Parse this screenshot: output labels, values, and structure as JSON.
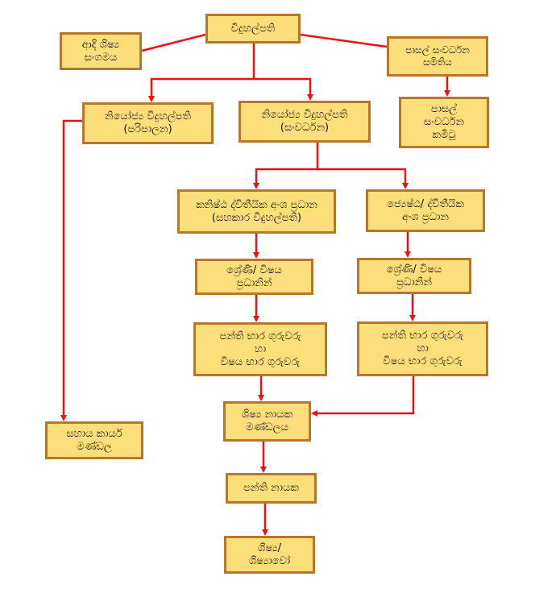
{
  "diagram": {
    "type": "organizational-chart",
    "line_color": "#ee1111",
    "box_fill": "#fcdf7a",
    "box_border": "#b8762a",
    "nodes": {
      "principal": {
        "lines": [
          "විදුහල්පති"
        ]
      },
      "past_pupils": {
        "lines": [
          "ආදි ශිෂ්‍ය",
          "සංගමය"
        ]
      },
      "sdc": {
        "lines": [
          "පාසල් සංවර්ධන",
          "සමිතිය"
        ]
      },
      "sdc_committee": {
        "lines": [
          "පාසල්",
          "සංවර්ධන",
          "කමිටු"
        ]
      },
      "deputy_admin": {
        "lines": [
          "නියෝජ්‍ය විදුහල්පති",
          "(පරිපාලන)"
        ]
      },
      "deputy_dev": {
        "lines": [
          "නියෝජ්‍ය විදුහල්පති",
          "(සංවර්ධන)"
        ]
      },
      "junior_sec_head": {
        "lines": [
          "කනිෂ්ඨ ද්විතීයික අංශ ප්‍රධාන",
          "(සහකාර විදුහල්පති)"
        ]
      },
      "senior_sec_head": {
        "lines": [
          "ජ්‍යෙෂ්ඨ/ ද්විතීයික",
          "අංශ ප්‍රධාන"
        ]
      },
      "grade_heads_left": {
        "lines": [
          "ශ්‍රේණි/ විෂය",
          "ප්‍රධානින්"
        ]
      },
      "grade_heads_right": {
        "lines": [
          "ශ්‍රේණි/ විෂය",
          "ප්‍රධානින්"
        ]
      },
      "teachers_left": {
        "lines": [
          "පන්ති භාර ගුරුවරු",
          "හා",
          "විෂය භාර ගුරුවරු"
        ]
      },
      "teachers_right": {
        "lines": [
          "පන්ති භාර ගුරුවරු",
          "හා",
          "විෂය භාර ගුරුවරු"
        ]
      },
      "support_board": {
        "lines": [
          "සහාය කාර්ය",
          "මණ්ඩල"
        ]
      },
      "prefects_board": {
        "lines": [
          "ශිෂ්‍ය නායක",
          "මණ්ඩලය"
        ]
      },
      "class_leaders": {
        "lines": [
          "පන්ති නායක"
        ]
      },
      "students": {
        "lines": [
          "ශිෂ්‍ය/",
          "ශිෂ්‍යාවෝ"
        ]
      }
    },
    "edges": [
      {
        "from": "past_pupils",
        "to": "principal",
        "arrow": false
      },
      {
        "from": "principal",
        "to": "sdc",
        "arrow": false
      },
      {
        "from": "sdc",
        "to": "sdc_committee",
        "arrow": true
      },
      {
        "from": "principal",
        "to": "deputy_admin",
        "arrow": true
      },
      {
        "from": "principal",
        "to": "deputy_dev",
        "arrow": true
      },
      {
        "from": "deputy_admin",
        "to": "support_board",
        "arrow": true
      },
      {
        "from": "deputy_dev",
        "to": "junior_sec_head",
        "arrow": true
      },
      {
        "from": "deputy_dev",
        "to": "senior_sec_head",
        "arrow": true
      },
      {
        "from": "junior_sec_head",
        "to": "grade_heads_left",
        "arrow": true
      },
      {
        "from": "senior_sec_head",
        "to": "grade_heads_right",
        "arrow": true
      },
      {
        "from": "grade_heads_left",
        "to": "teachers_left",
        "arrow": true
      },
      {
        "from": "grade_heads_right",
        "to": "teachers_right",
        "arrow": true
      },
      {
        "from": "teachers_left",
        "to": "prefects_board",
        "arrow": true
      },
      {
        "from": "teachers_right",
        "to": "prefects_board",
        "arrow": true
      },
      {
        "from": "prefects_board",
        "to": "class_leaders",
        "arrow": true
      },
      {
        "from": "class_leaders",
        "to": "students",
        "arrow": true
      }
    ]
  }
}
